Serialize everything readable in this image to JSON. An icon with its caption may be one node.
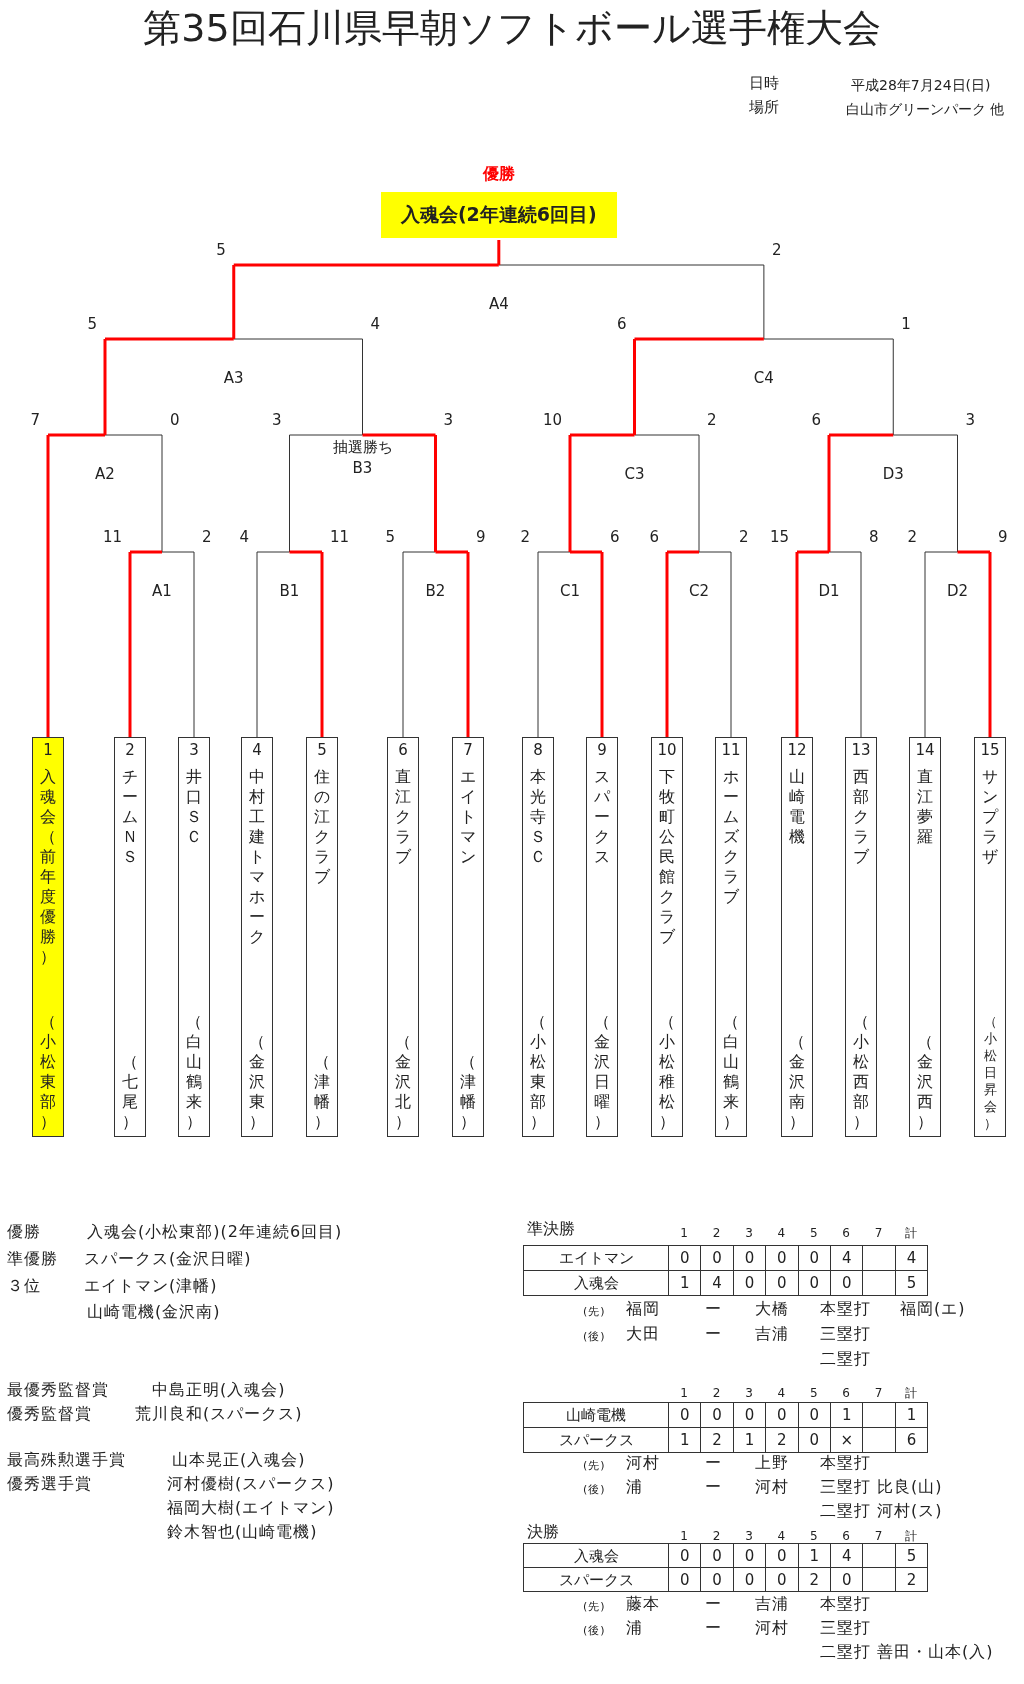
{
  "diagram": {
    "title": "第35回石川県早朝ソフトボール選手権大会",
    "nodes": [
      {
        "text": [
          "優勝",
          "入魂会(2年連続6回目)"
        ]
      },
      {
        "text": [
          "1",
          "入魂会（前年度優勝）",
          "（小松東部）"
        ]
      },
      {
        "text": [
          "2",
          "チームＮＳ",
          "（七尾）"
        ]
      },
      {
        "text": [
          "3",
          "井口ＳＣ",
          "（白山鶴来）"
        ]
      },
      {
        "text": [
          "4",
          "中村工建トマホーク",
          "（金沢東）"
        ]
      },
      {
        "text": [
          "5",
          "住の江クラブ",
          "（津幡）"
        ]
      },
      {
        "text": [
          "6",
          "直江クラブ",
          "（金沢北）"
        ]
      },
      {
        "text": [
          "7",
          "エイトマン",
          "（津幡）"
        ]
      },
      {
        "text": [
          "8",
          "本光寺ＳＣ",
          "（小松東部）"
        ]
      },
      {
        "text": [
          "9",
          "スパークス",
          "（金沢日曜）"
        ]
      },
      {
        "text": [
          "10",
          "下牧町公民館クラブ",
          "（小松稚松）"
        ]
      },
      {
        "text": [
          "11",
          "ホームズクラブ",
          "（白山鶴来）"
        ]
      },
      {
        "text": [
          "12",
          "山崎電機",
          "（金沢南）"
        ]
      },
      {
        "text": [
          "13",
          "西部クラブ",
          "（小松西部）"
        ]
      },
      {
        "text": [
          "14",
          "直江夢羅",
          "（金沢西）"
        ]
      },
      {
        "text": [
          "15",
          "サンプラザ",
          "（小松日昇会）"
        ]
      }
    ],
    "labels": [
      "日時",
      "平成28年7月24日(日)",
      "場所",
      "白山市グリーンパーク 他",
      "5",
      "2",
      "A4",
      "5",
      "4",
      "6",
      "1",
      "A3",
      "C4",
      "7",
      "0",
      "3",
      "3",
      "10",
      "2",
      "6",
      "3",
      "抽選勝ち",
      "A2",
      "B3",
      "C3",
      "D3",
      "11",
      "2",
      "4",
      "11",
      "5",
      "9",
      "2",
      "6",
      "6",
      "2",
      "15",
      "8",
      "2",
      "9",
      "A1",
      "B1",
      "B2",
      "C1",
      "C2",
      "D1",
      "D2",
      "優勝",
      "入魂会(小松東部)(2年連続6回目)",
      "準優勝",
      "スパークス(金沢日曜)",
      "３位",
      "エイトマン(津幡)",
      "山崎電機(金沢南)",
      "最優秀監督賞",
      "中島正明(入魂会)",
      "優秀監督賞",
      "荒川良和(スパークス)",
      "最高殊勲選手賞",
      "山本晃正(入魂会)",
      "優秀選手賞",
      "河村優樹(スパークス)",
      "福岡大樹(エイトマン)",
      "鈴木智也(山崎電機)",
      "準決勝",
      "1",
      "2",
      "3",
      "4",
      "5",
      "6",
      "7",
      "計",
      "エイトマン",
      "0",
      "0",
      "0",
      "0",
      "0",
      "4",
      "4",
      "入魂会",
      "1",
      "4",
      "0",
      "0",
      "0",
      "0",
      "5",
      "(先)",
      "福岡",
      "ー",
      "大橋",
      "本塁打",
      "福岡(エ)",
      "(後)",
      "大田",
      "ー",
      "吉浦",
      "三塁打",
      "二塁打",
      "1",
      "2",
      "3",
      "4",
      "5",
      "6",
      "7",
      "計",
      "山崎電機",
      "0",
      "0",
      "0",
      "0",
      "0",
      "1",
      "1",
      "スパークス",
      "1",
      "2",
      "1",
      "2",
      "0",
      "×",
      "6",
      "(先)",
      "河村",
      "ー",
      "上野",
      "本塁打",
      "(後)",
      "浦",
      "ー",
      "河村",
      "三塁打 比良(山)",
      "二塁打 河村(ス)",
      "決勝",
      "1",
      "2",
      "3",
      "4",
      "5",
      "6",
      "7",
      "計",
      "入魂会",
      "0",
      "0",
      "0",
      "0",
      "1",
      "4",
      "5",
      "スパークス",
      "0",
      "0",
      "0",
      "0",
      "2",
      "0",
      "2",
      "(先)",
      "藤本",
      "ー",
      "吉浦",
      "本塁打",
      "(後)",
      "浦",
      "ー",
      "河村",
      "三塁打",
      "二塁打 善田・山本(入)"
    ]
  }
}
